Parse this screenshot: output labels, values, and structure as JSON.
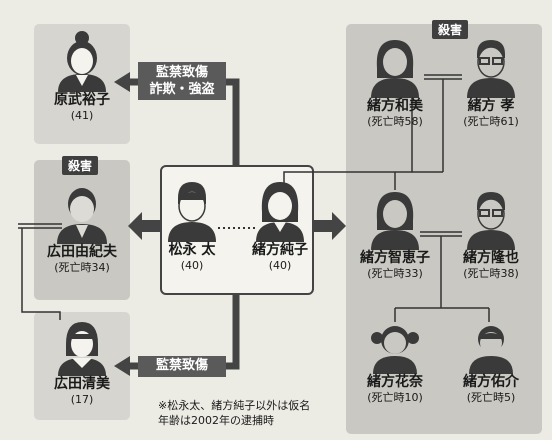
{
  "victims_label_left": "殺害",
  "victims_label_right": "殺害",
  "center": {
    "left_person": {
      "name": "松永 太",
      "age": "(40)"
    },
    "right_person": {
      "name": "緒方純子",
      "age": "(40)"
    }
  },
  "left": {
    "hara": {
      "name": "原武裕子",
      "age": "(41)"
    },
    "yukio": {
      "name": "広田由紀夫",
      "age": "(死亡時34)"
    },
    "kiyomi": {
      "name": "広田清美",
      "age": "(17)"
    }
  },
  "right": {
    "kazumi": {
      "name": "緒方和美",
      "age": "(死亡時58)"
    },
    "takashi": {
      "name": "緒方 孝",
      "age": "(死亡時61)"
    },
    "chieko": {
      "name": "緒方智恵子",
      "age": "(死亡時33)"
    },
    "takaya": {
      "name": "緒方隆也",
      "age": "(死亡時38)"
    },
    "hana": {
      "name": "緒方花奈",
      "age": "(死亡時10)"
    },
    "yusuke": {
      "name": "緒方佑介",
      "age": "(死亡時5)"
    }
  },
  "crimes": {
    "to_hara": [
      "監禁致傷",
      "詐欺・強盗"
    ],
    "to_kiyomi": "監禁致傷"
  },
  "note": [
    "※松永太、緒方純子以外は仮名",
    "年齢は2002年の逮捕時"
  ]
}
